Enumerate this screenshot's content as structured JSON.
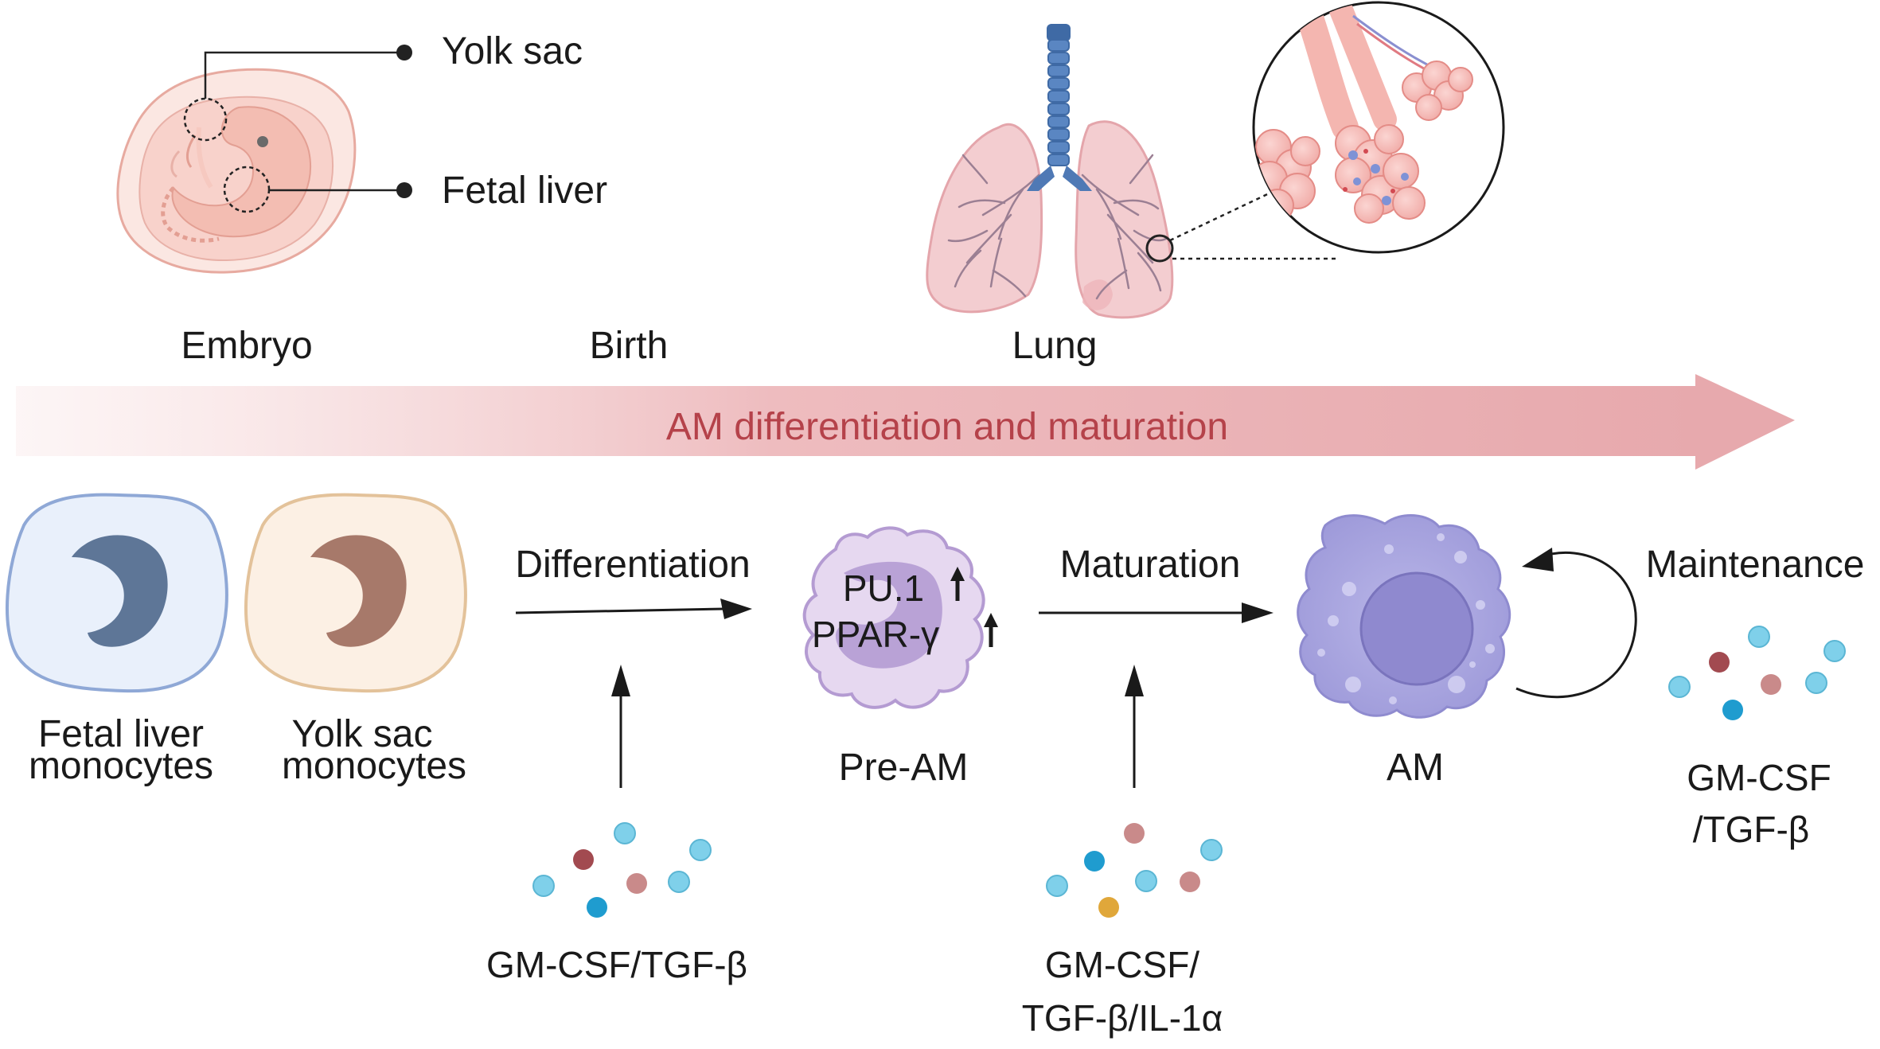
{
  "top_labels": {
    "yolk_sac": "Yolk sac",
    "fetal_liver": "Fetal liver",
    "embryo": "Embryo",
    "birth": "Birth",
    "lung": "Lung"
  },
  "timeline": {
    "label": "AM differentiation and maturation"
  },
  "cells": {
    "fetal_liver_monocytes": [
      "Fetal liver",
      "monocytes"
    ],
    "yolk_sac_monocytes": [
      "Yolk sac",
      "monocytes"
    ],
    "pre_am": "Pre-AM",
    "pre_am_markers": [
      "PU.1",
      "PPAR-γ"
    ],
    "am": "AM"
  },
  "steps": {
    "differentiation": "Differentiation",
    "maturation": "Maturation",
    "maintenance": "Maintenance"
  },
  "factors": {
    "differentiation": "GM-CSF/TGF-β",
    "maturation": [
      "GM-CSF/",
      "TGF-β/IL-1α"
    ],
    "maintenance": [
      "GM-CSF",
      "/TGF-β"
    ]
  },
  "colors": {
    "timeline_text": "#b5424a",
    "cytokine_blue": "#7fd0ea",
    "cytokine_dark_blue": "#1f9ccf",
    "cytokine_dark_red": "#a24a50",
    "cytokine_pink": "#c98a8a",
    "cytokine_orange": "#e0a73a"
  }
}
